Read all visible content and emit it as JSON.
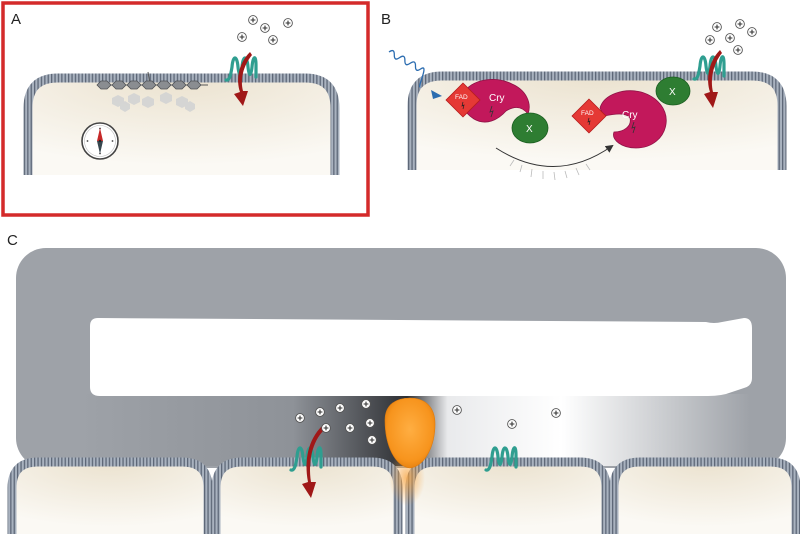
{
  "panels": {
    "a": {
      "letter": "A"
    },
    "b": {
      "letter": "B"
    },
    "c": {
      "letter": "C"
    }
  },
  "labels": {
    "fad": "FAD",
    "cry": "Cry",
    "x": "X"
  },
  "ion_symbol": "+",
  "colors": {
    "highlight_border": "#d42a2a",
    "membrane": "#7d8796",
    "cytoplasm": "#f1ece0",
    "channel": "#2f9e90",
    "current_arrow": "#a01818",
    "cryptochrome": "#c2185b",
    "fad": "#e53935",
    "partner_x": "#2e7d32",
    "light_wave": "#2b6cb0",
    "cuticle": "#9ea2a8",
    "pore_plug": "#f7941d"
  }
}
